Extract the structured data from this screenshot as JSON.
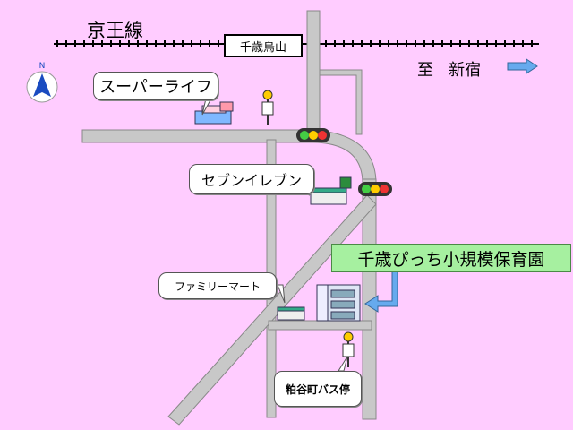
{
  "map": {
    "railway_name": "京王線",
    "station_name": "千歳烏山",
    "direction": {
      "prefix": "至",
      "destination": "新宿"
    },
    "compass": {
      "north_label": "N"
    },
    "landmarks": {
      "supermarket": "スーパーライフ",
      "seven_eleven": "セブンイレブン",
      "family_mart": "ファミリーマート",
      "bus_stop": "粕谷町バス停"
    },
    "destination_label": "千歳ぴっち小規模保育園",
    "colors": {
      "background": "#ffccff",
      "road": "#c8c8c8",
      "road_edge": "#888888",
      "rail": "#000000",
      "destination_box": "#a6f0a0",
      "arrow": "#66aaee"
    }
  }
}
